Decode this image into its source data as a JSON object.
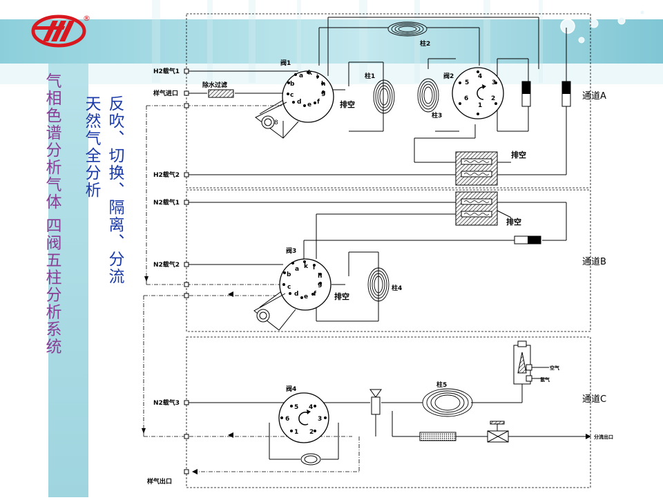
{
  "brand": {
    "registered_mark": "®"
  },
  "titles": {
    "main": "气相色谱分析气体 四阀五柱分析系统",
    "sub_line1": "天然气全分析",
    "sub_line2": "反吹、切换、隔离、分流"
  },
  "inlets": {
    "h2_carrier1": "H2载气1",
    "sample_inlet": "样气进口",
    "h2_carrier2": "H2载气2",
    "n2_carrier1": "N2载气1",
    "n2_carrier2": "N2载气2",
    "n2_carrier3": "N2载气3",
    "sample_outlet": "样气出口"
  },
  "components": {
    "water_filter": "除水过滤",
    "valve1": "阀1",
    "valve2": "阀2",
    "valve3": "阀3",
    "valve4": "阀4",
    "col1": "柱1",
    "col2": "柱2",
    "col3": "柱3",
    "col4": "柱4",
    "col5": "柱5",
    "vent": "排空",
    "air": "空气",
    "hydrogen": "氢气",
    "split_outlet": "分流出口"
  },
  "channels": {
    "a": "通道A",
    "b": "通道B",
    "c": "通道C"
  },
  "valve_ports_10": [
    "a",
    "b",
    "c",
    "d",
    "e",
    "f",
    "g",
    "h",
    "i",
    "k"
  ],
  "valve_ports_6": [
    "1",
    "2",
    "3",
    "4",
    "5",
    "6"
  ],
  "colors": {
    "teal": "#8fd0dc",
    "sidebar": "#a9dce4",
    "title_purple": "#8a3e93",
    "title_blue": "#1a3aa8",
    "logo_red": "#d8171f"
  }
}
